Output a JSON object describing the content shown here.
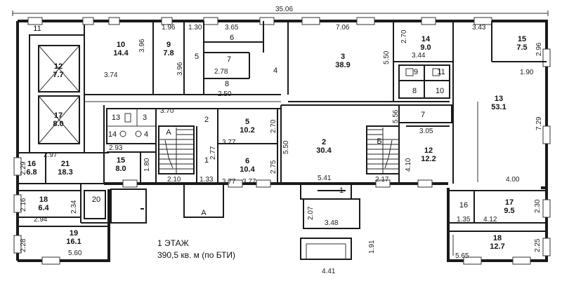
{
  "floor_label": "1 ЭТАЖ",
  "area_label": "390,5 кв. м (по БТИ)",
  "overall_dimension": "35.06",
  "rooms": {
    "r11a": {
      "num": "11"
    },
    "r12a": {
      "num": "12",
      "area": "7.7"
    },
    "r17a": {
      "num": "17",
      "area": "8.0"
    },
    "r10a": {
      "num": "10",
      "area": "14.4"
    },
    "r9a": {
      "num": "9",
      "area": "7.8"
    },
    "r6a": {
      "num": "6"
    },
    "r5a": {
      "num": "5"
    },
    "r7a": {
      "num": "7"
    },
    "r8a": {
      "num": "8"
    },
    "r4a": {
      "num": "4"
    },
    "r3a": {
      "num": "3",
      "area": "38.9"
    },
    "r14a": {
      "num": "14",
      "area": "9.0"
    },
    "r15a": {
      "num": "15",
      "area": "7.5"
    },
    "r9b": {
      "num": "9"
    },
    "r11b": {
      "num": "11"
    },
    "r8b": {
      "num": "8"
    },
    "r10b": {
      "num": "10"
    },
    "r13a": {
      "num": "13",
      "area": "53.1"
    },
    "r7b": {
      "num": "7"
    },
    "r12b": {
      "num": "12",
      "area": "12.2"
    },
    "r13b": {
      "num": "13"
    },
    "r3b": {
      "num": "3"
    },
    "r14b": {
      "num": "14"
    },
    "r4b": {
      "num": "4"
    },
    "r2a": {
      "num": "2"
    },
    "r5b": {
      "num": "5",
      "area": "10.2"
    },
    "r6b": {
      "num": "6",
      "area": "10.4"
    },
    "r1a": {
      "num": "1"
    },
    "r2b": {
      "num": "2",
      "area": "30.4"
    },
    "r16a": {
      "num": "16",
      "area": "6.8"
    },
    "r21a": {
      "num": "21",
      "area": "18.3"
    },
    "r15b": {
      "num": "15",
      "area": "8.0"
    },
    "r18a": {
      "num": "18",
      "area": "6.4"
    },
    "r20a": {
      "num": "20"
    },
    "r19a": {
      "num": "19",
      "area": "16.1"
    },
    "r16b": {
      "num": "16"
    },
    "r17b": {
      "num": "17",
      "area": "9.5"
    },
    "r18b": {
      "num": "18",
      "area": "12.7"
    }
  },
  "stair_labels": {
    "a": "А",
    "b": "Б",
    "entrance_a": "А",
    "entrance_1": "1"
  },
  "dimensions": {
    "d396": "3.96",
    "d374": "3.74",
    "d196": "1.96",
    "d130": "1.30",
    "d365": "3.65",
    "d396b": "3.96",
    "d278": "2.78",
    "d250": "2.50",
    "d706": "7.06",
    "d550": "5.50",
    "d270": "2.70",
    "d344": "3.44",
    "d343": "3.43",
    "d296": "2.96",
    "d190": "1.90",
    "d370": "3.70",
    "d377": "3.77",
    "d270b": "2.70",
    "d550b": "5.50",
    "d556": "5.56",
    "d305": "3.05",
    "d729": "7.29",
    "d297": "2.97",
    "d229": "2.29",
    "d293": "2.93",
    "d80": "1.80",
    "d277": "2.77",
    "d377b": "3.77",
    "d275": "2.75",
    "d410": "4.10",
    "d210": "2.10",
    "d133": "1.33",
    "d377c": "3.77",
    "d541": "5.41",
    "d217": "2.17",
    "d400": "4.00",
    "d216": "2.16",
    "d234": "2.34",
    "d294": "2.94",
    "d207": "2.07",
    "d348": "3.48",
    "d135": "1.35",
    "d412": "4.12",
    "d230": "2.30",
    "d228": "2.28",
    "d560": "5.60",
    "d191": "1.91",
    "d441": "4.41",
    "d565": "5.65",
    "d225": "2.25"
  }
}
